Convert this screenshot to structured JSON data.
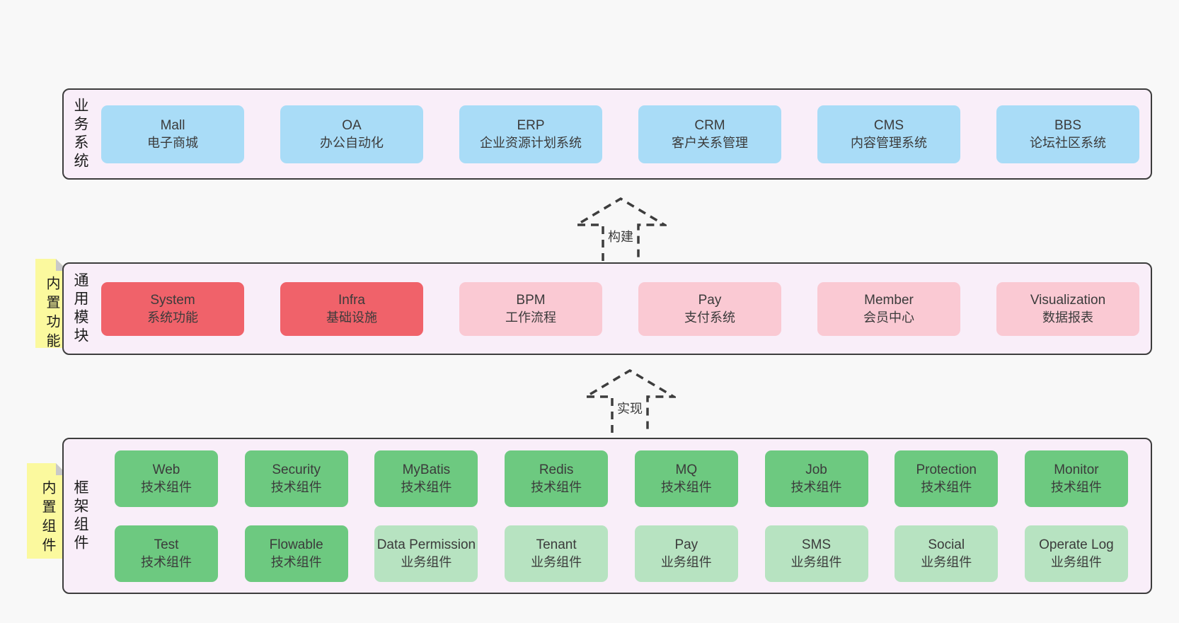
{
  "colors": {
    "page_bg": "#f8f8f8",
    "panel_bg": "#f9eef9",
    "panel_border": "#3d3d3d",
    "blue": "#a9dcf7",
    "red": "#f0626a",
    "pink": "#fac9d3",
    "green": "#6dc980",
    "green_light": "#b7e3c1",
    "sticky_yellow": "#fbf99e",
    "sticky_fold": "#c9c9c9",
    "text": "#3b3b3b"
  },
  "sections": [
    {
      "label": "业务系统",
      "boxes": [
        {
          "name": "Mall",
          "desc": "电子商城"
        },
        {
          "name": "OA",
          "desc": "办公自动化"
        },
        {
          "name": "ERP",
          "desc": "企业资源计划系统"
        },
        {
          "name": "CRM",
          "desc": "客户关系管理"
        },
        {
          "name": "CMS",
          "desc": "内容管理系统"
        },
        {
          "name": "BBS",
          "desc": "论坛社区系统"
        }
      ]
    },
    {
      "label": "通用模块",
      "sticky": "内置功能",
      "boxes": [
        {
          "name": "System",
          "desc": "系统功能"
        },
        {
          "name": "Infra",
          "desc": "基础设施"
        },
        {
          "name": "BPM",
          "desc": "工作流程"
        },
        {
          "name": "Pay",
          "desc": "支付系统"
        },
        {
          "name": "Member",
          "desc": "会员中心"
        },
        {
          "name": "Visualization",
          "desc": "数据报表"
        }
      ]
    },
    {
      "label": "框架组件",
      "sticky": "内置组件",
      "rows": [
        [
          {
            "name": "Web",
            "desc": "技术组件"
          },
          {
            "name": "Security",
            "desc": "技术组件"
          },
          {
            "name": "MyBatis",
            "desc": "技术组件"
          },
          {
            "name": "Redis",
            "desc": "技术组件"
          },
          {
            "name": "MQ",
            "desc": "技术组件"
          },
          {
            "name": "Job",
            "desc": "技术组件"
          },
          {
            "name": "Protection",
            "desc": "技术组件"
          },
          {
            "name": "Monitor",
            "desc": "技术组件"
          }
        ],
        [
          {
            "name": "Test",
            "desc": "技术组件"
          },
          {
            "name": "Flowable",
            "desc": "技术组件"
          },
          {
            "name": "Data Permission",
            "desc": "业务组件"
          },
          {
            "name": "Tenant",
            "desc": "业务组件"
          },
          {
            "name": "Pay",
            "desc": "业务组件"
          },
          {
            "name": "SMS",
            "desc": "业务组件"
          },
          {
            "name": "Social",
            "desc": "业务组件"
          },
          {
            "name": "Operate Log",
            "desc": "业务组件"
          }
        ]
      ]
    }
  ],
  "arrows": [
    {
      "label": "构建"
    },
    {
      "label": "实现"
    }
  ]
}
